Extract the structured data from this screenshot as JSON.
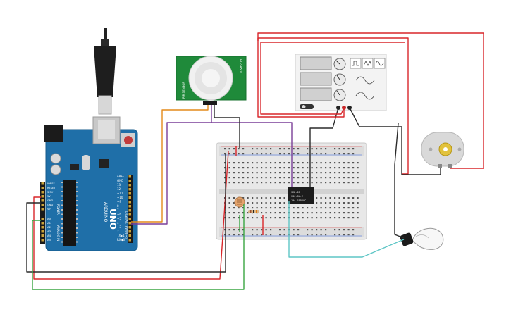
{
  "arduino": {
    "brand": "ARDUINO",
    "model": "UNO",
    "header_top": [
      "AREF",
      "GND",
      "13",
      "12",
      "~11",
      "~10",
      "~9",
      "8"
    ],
    "header_bottom": [
      "7",
      "~6",
      "~5",
      "4",
      "~3",
      "2",
      "TX▶1",
      "RX◀0"
    ],
    "section_digital": "DIGITAL (PWM ~)",
    "power_pins": [
      "IOREF",
      "RESET",
      "3.3V",
      "5V",
      "GND",
      "GND",
      "Vin"
    ],
    "analog_pins": [
      "A0",
      "A1",
      "A2",
      "A3",
      "A4",
      "A5"
    ],
    "section_power": "POWER",
    "section_analog": "ANALOG IN"
  },
  "pir": {
    "label_left": "PIR SENSOR",
    "label_right": "HC-SR501"
  },
  "relay": {
    "line1": "SRD-05",
    "line2": "VDC-SL-C",
    "line3": "10A 250VAC"
  },
  "function_generator": {
    "waves": [
      "square",
      "triangle",
      "sine"
    ]
  },
  "colors": {
    "red_wire": "#d9262a",
    "black_wire": "#2a2a2a",
    "orange_wire": "#e38a1a",
    "purple_wire": "#7a3f98",
    "green_wire": "#3aa642",
    "teal_wire": "#5ec6c6",
    "arduino_blue": "#1f6fa8",
    "pir_green": "#1f8a3a"
  }
}
